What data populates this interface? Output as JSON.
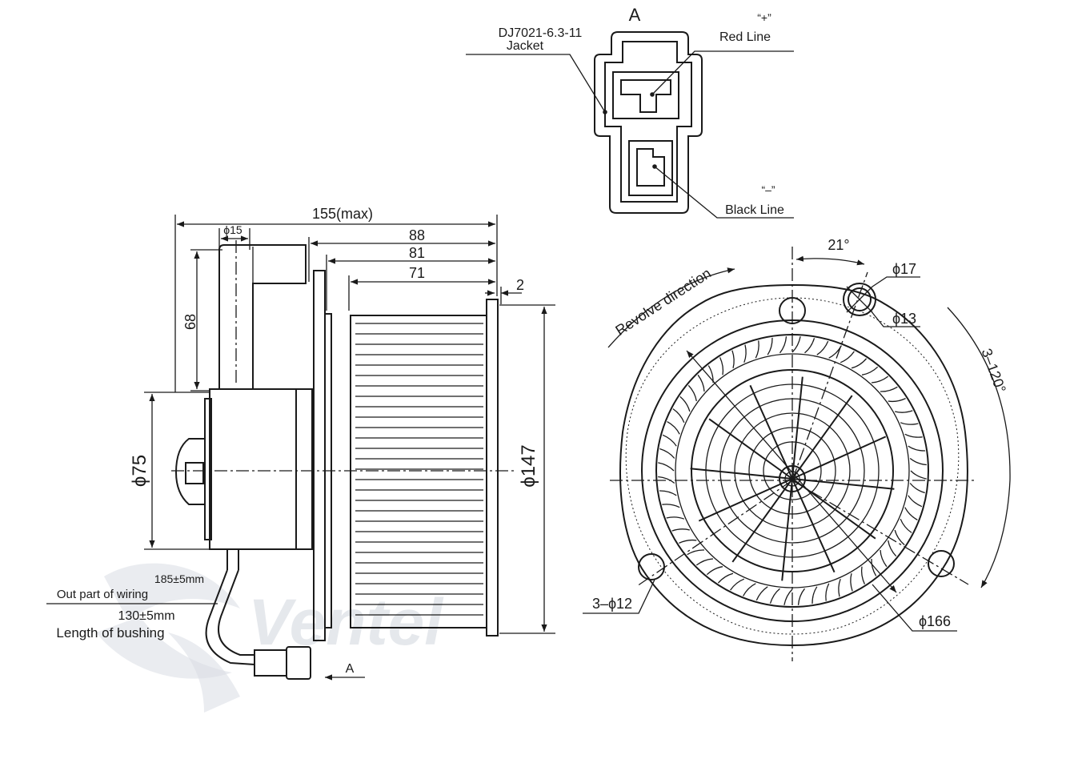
{
  "connector_view": {
    "view_letter": "A",
    "part_number": "DJ7021-6.3-11",
    "part_name": "Jacket",
    "pos_symbol": "“+”",
    "pos_label": "Red Line",
    "neg_symbol": "“–”",
    "neg_label": "Black Line"
  },
  "side_view": {
    "dim_overall": "155(max)",
    "dim_shaft_dia": "ϕ15",
    "dim_height": "68",
    "dim_a": "88",
    "dim_b": "81",
    "dim_c": "71",
    "dim_d": "2",
    "dim_motor_dia": "ϕ75",
    "dim_wheel_dia": "ϕ147",
    "wire_out_len": "185±5mm",
    "wire_out_label": "Out part of wiring",
    "bushing_len": "130±5mm",
    "bushing_label": "Length of bushing",
    "view_arrow": "A"
  },
  "front_view": {
    "revolve_label": "Revolve direction",
    "angle_21": "21°",
    "hole_17": "ϕ17",
    "hole_13": "ϕ13",
    "angle_120": "3–120°",
    "holes_12": "3–ϕ12",
    "dia_166": "ϕ166"
  },
  "watermark": "ventel"
}
